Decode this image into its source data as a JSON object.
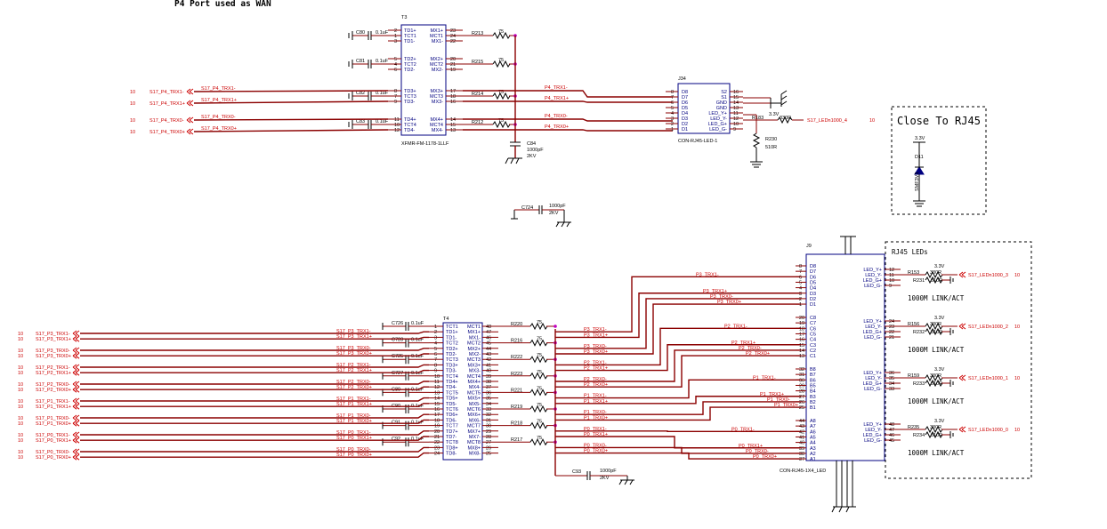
{
  "header": {
    "title": "P4 Port used as WAN"
  },
  "t3": {
    "ref": "T3",
    "part": "XFMR-FM-1178-1LLF",
    "left_pins": [
      "TD1+",
      "TCT1",
      "TD1-",
      "TD2+",
      "TCT2",
      "TD2-",
      "TD3+",
      "TCT3",
      "TD3-",
      "TD4+",
      "TCT4",
      "TD4-"
    ],
    "left_nums": [
      "2",
      "1",
      "3",
      "5",
      "4",
      "6",
      "8",
      "7",
      "9",
      "11",
      "10",
      "12"
    ],
    "right_pins": [
      "MX1+",
      "MCT1",
      "MX1-",
      "MX2+",
      "MCT2",
      "MX2-",
      "MX3+",
      "MCT3",
      "MX3-",
      "MX4+",
      "MCT4",
      "MX4-"
    ],
    "right_nums": [
      "23",
      "24",
      "22",
      "20",
      "21",
      "19",
      "17",
      "18",
      "16",
      "14",
      "15",
      "13"
    ]
  },
  "t3_caps": [
    {
      "ref": "C80",
      "val": "0.1uF"
    },
    {
      "ref": "C81",
      "val": "0.1uF"
    },
    {
      "ref": "C82",
      "val": "0.1uF"
    },
    {
      "ref": "C83",
      "val": "0.1uF"
    }
  ],
  "t3_res": [
    {
      "ref": "R213",
      "val": "75"
    },
    {
      "ref": "R215",
      "val": "75"
    },
    {
      "ref": "R214",
      "val": "75"
    },
    {
      "ref": "R212",
      "val": "75"
    }
  ],
  "p4_nets_left": [
    {
      "page": "10",
      "net": "S17_P4_TRX1-",
      "local": "S17_P4_TRX1-"
    },
    {
      "page": "10",
      "net": "S17_P4_TRX1+",
      "local": "S17_P4_TRX1+"
    },
    {
      "page": "10",
      "net": "S17_P4_TRX0-",
      "local": "S17_P4_TRX0-"
    },
    {
      "page": "10",
      "net": "S17_P4_TRX0+",
      "local": "S17_P4_TRX0+"
    }
  ],
  "p4_nets_right": [
    "P4_TRX1-",
    "P4_TRX1+",
    "P4_TRX0-",
    "P4_TRX0+"
  ],
  "c84": {
    "ref": "C84",
    "val": "1000pF",
    "volt": "2KV"
  },
  "c724": {
    "ref": "C724",
    "val": "1000pF",
    "volt": "2KV"
  },
  "j34": {
    "ref": "J34",
    "part": "CON-RJ45-LED-1",
    "left_pins": [
      "D8",
      "D7",
      "D6",
      "D5",
      "D4",
      "D3",
      "D2",
      "D1"
    ],
    "left_nums": [
      "8",
      "7",
      "6",
      "5",
      "4",
      "3",
      "2",
      "1"
    ],
    "right_pins": [
      "S2",
      "S1",
      "GND",
      "GND",
      "LED_Y+",
      "LED_Y-",
      "LED_G+",
      "LED_G-"
    ],
    "right_nums": [
      "16",
      "15",
      "14",
      "13",
      "11",
      "12",
      "10",
      "9"
    ]
  },
  "j34_parts": {
    "r183": {
      "ref": "R183",
      "val": "330R"
    },
    "r230": {
      "ref": "R230",
      "val": "510R"
    },
    "v33": "3.3V",
    "led_net": {
      "net": "S17_LEDn1000_4",
      "page": "10"
    }
  },
  "close_box": {
    "title": "Close To RJ45",
    "v33": "3.3V",
    "ref": "D11",
    "part": "SMF3V3"
  },
  "t4": {
    "ref": "T4",
    "left_pins": [
      "TCT1",
      "TD1+",
      "TD1-",
      "TCT2",
      "TD2+",
      "TD2-",
      "TCT3",
      "TD3+",
      "TD3-",
      "TCT4",
      "TD4+",
      "TD4-",
      "TCT5",
      "TD5+",
      "TD5-",
      "TCT6",
      "TD6+",
      "TD6-",
      "TCT7",
      "TD7+",
      "TD7-",
      "TCT8",
      "TD8+",
      "TD8-"
    ],
    "left_nums": [
      "1",
      "2",
      "3",
      "4",
      "5",
      "6",
      "7",
      "8",
      "9",
      "10",
      "11",
      "12",
      "13",
      "14",
      "15",
      "16",
      "17",
      "18",
      "19",
      "20",
      "21",
      "22",
      "23",
      "24"
    ],
    "right_pins": [
      "MCT1",
      "MX1+",
      "MX1-",
      "MCT2",
      "MX2+",
      "MX2-",
      "MCT3",
      "MX3+",
      "MX3-",
      "MCT4",
      "MX4+",
      "MX4-",
      "MCT5",
      "MX5+",
      "MX5-",
      "MCT6",
      "MX6+",
      "MX6-",
      "MCT7",
      "MX7+",
      "MX7-",
      "MCT8",
      "MX8+",
      "MX8-"
    ],
    "right_nums": [
      "48",
      "47",
      "46",
      "45",
      "44",
      "43",
      "42",
      "41",
      "40",
      "39",
      "38",
      "37",
      "36",
      "35",
      "34",
      "33",
      "32",
      "31",
      "30",
      "29",
      "28",
      "27",
      "26",
      "25"
    ]
  },
  "t4_caps": [
    {
      "ref": "C726",
      "val": "0.1uF"
    },
    {
      "ref": "C728",
      "val": "0.1uF"
    },
    {
      "ref": "C725",
      "val": "0.1uF"
    },
    {
      "ref": "C727",
      "val": "0.1uF"
    },
    {
      "ref": "C89",
      "val": "0.1uF"
    },
    {
      "ref": "C90",
      "val": "0.1uF"
    },
    {
      "ref": "C91",
      "val": "0.1uF"
    },
    {
      "ref": "C92",
      "val": "0.1uF"
    }
  ],
  "t4_res": [
    {
      "ref": "R220",
      "val": "75"
    },
    {
      "ref": "R216",
      "val": "75"
    },
    {
      "ref": "R222",
      "val": "75"
    },
    {
      "ref": "R223",
      "val": "75"
    },
    {
      "ref": "R221",
      "val": "75"
    },
    {
      "ref": "R219",
      "val": "75"
    },
    {
      "ref": "R218",
      "val": "75"
    },
    {
      "ref": "R217",
      "val": "75"
    }
  ],
  "bottom_nets": [
    {
      "page": "10",
      "net": "S17_P3_TRX1-",
      "local": "S17_P3_TRX1-"
    },
    {
      "page": "10",
      "net": "S17_P3_TRX1+",
      "local": "S17_P3_TRX1+"
    },
    {
      "page": "10",
      "net": "S17_P3_TRX0-",
      "local": "S17_P3_TRX0-"
    },
    {
      "page": "10",
      "net": "S17_P3_TRX0+",
      "local": "S17_P3_TRX0+"
    },
    {
      "page": "10",
      "net": "S17_P2_TRX1-",
      "local": "S17_P2_TRX1-"
    },
    {
      "page": "10",
      "net": "S17_P2_TRX1+",
      "local": "S17_P2_TRX1+"
    },
    {
      "page": "10",
      "net": "S17_P2_TRX0-",
      "local": "S17_P2_TRX0-"
    },
    {
      "page": "10",
      "net": "S17_P2_TRX0+",
      "local": "S17_P2_TRX0+"
    },
    {
      "page": "10",
      "net": "S17_P1_TRX1-",
      "local": "S17_P1_TRX1-"
    },
    {
      "page": "10",
      "net": "S17_P1_TRX1+",
      "local": "S17_P1_TRX1+"
    },
    {
      "page": "10",
      "net": "S17_P1_TRX0-",
      "local": "S17_P1_TRX0-"
    },
    {
      "page": "10",
      "net": "S17_P1_TRX0+",
      "local": "S17_P1_TRX0+"
    },
    {
      "page": "10",
      "net": "S17_P0_TRX1-",
      "local": "S17_P0_TRX1-"
    },
    {
      "page": "10",
      "net": "S17_P0_TRX1+",
      "local": "S17_P0_TRX1+"
    },
    {
      "page": "10",
      "net": "S17_P0_TRX0-",
      "local": "S17_P0_TRX0-"
    },
    {
      "page": "10",
      "net": "S17_P0_TRX0+",
      "local": "S17_P0_TRX0+"
    }
  ],
  "mid_nets": [
    "P3_TRX1-",
    "P3_TRX1+",
    "P3_TRX0-",
    "P3_TRX0+",
    "P2_TRX1-",
    "P2_TRX1+",
    "P2_TRX0-",
    "P2_TRX0+",
    "P1_TRX1-",
    "P1_TRX1+",
    "P1_TRX0-",
    "P1_TRX0+",
    "P0_TRX1-",
    "P0_TRX1+",
    "P0_TRX0-",
    "P0_TRX0+"
  ],
  "c93": {
    "ref": "C93",
    "val": "1000pF",
    "volt": "2KV"
  },
  "j9": {
    "ref": "J9",
    "part": "CON-RJ45-1X4_LED",
    "groups": [
      {
        "pins": [
          "D8",
          "D7",
          "D6",
          "D5",
          "D4",
          "D3",
          "D2",
          "D1"
        ],
        "nums": [
          "8",
          "7",
          "6",
          "5",
          "4",
          "3",
          "2",
          "1"
        ]
      },
      {
        "pins": [
          "C8",
          "C7",
          "C6",
          "C5",
          "C4",
          "C3",
          "C2",
          "C1"
        ],
        "nums": [
          "20",
          "19",
          "18",
          "17",
          "16",
          "15",
          "14",
          "13"
        ]
      },
      {
        "pins": [
          "B8",
          "B7",
          "B6",
          "B5",
          "B4",
          "B3",
          "B2",
          "B1"
        ],
        "nums": [
          "32",
          "31",
          "30",
          "29",
          "28",
          "27",
          "26",
          "25"
        ]
      },
      {
        "pins": [
          "A8",
          "A7",
          "A6",
          "A5",
          "A4",
          "A3",
          "A2",
          "A1"
        ],
        "nums": [
          "44",
          "43",
          "42",
          "41",
          "40",
          "39",
          "38",
          "37"
        ]
      }
    ]
  },
  "led_box": {
    "title": "RJ45 LEDs",
    "blocks": [
      {
        "pins": [
          "LED_Y+",
          "LED_Y-",
          "LED_G+",
          "LED_G-"
        ],
        "nums": [
          "12",
          "11",
          "10",
          "9"
        ],
        "r1": "R153",
        "r1v": "330R",
        "r2": "R231",
        "r2v": "510R",
        "net": "S17_LEDn1000_3",
        "page": "10",
        "caption": "1000M LINK/ACT",
        "v33": "3.3V"
      },
      {
        "pins": [
          "LED_Y+",
          "LED_Y-",
          "LED_G+",
          "LED_G-"
        ],
        "nums": [
          "24",
          "23",
          "22",
          "21"
        ],
        "r1": "R156",
        "r1v": "330R",
        "r2": "R232",
        "r2v": "510R",
        "net": "S17_LEDn1000_2",
        "page": "10",
        "caption": "1000M LINK/ACT",
        "v33": "3.3V"
      },
      {
        "pins": [
          "LED_Y+",
          "LED_Y-",
          "LED_G+",
          "LED_G-"
        ],
        "nums": [
          "36",
          "35",
          "34",
          "33"
        ],
        "r1": "R159",
        "r1v": "330R",
        "r2": "R233",
        "r2v": "510R",
        "net": "S17_LEDn1000_1",
        "page": "10",
        "caption": "1000M LINK/ACT",
        "v33": "3.3V"
      },
      {
        "pins": [
          "LED_Y+",
          "LED_Y-",
          "LED_G+",
          "LED_G-"
        ],
        "nums": [
          "48",
          "47",
          "46",
          "45"
        ],
        "r1": "R235",
        "r1v": "330R",
        "r2": "R234",
        "r2v": "510R",
        "net": "S17_LEDn1000_0",
        "page": "10",
        "caption": "1000M LINK/ACT",
        "v33": "3.3V"
      }
    ]
  }
}
